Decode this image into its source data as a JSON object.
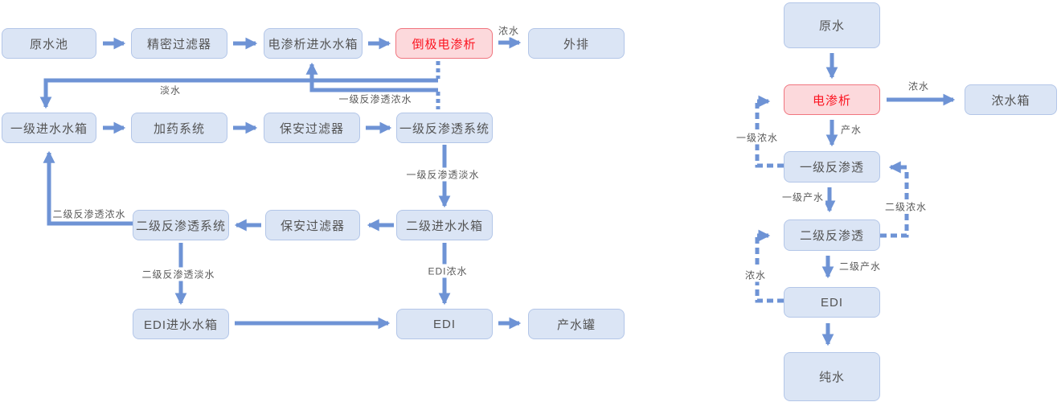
{
  "left_flow": {
    "nodes": {
      "raw_pool": {
        "label": "原水池"
      },
      "fine_filter": {
        "label": "精密过滤器"
      },
      "ed_feed_tank": {
        "label": "电渗析进水水箱"
      },
      "edr": {
        "label": "倒极电渗析"
      },
      "discharge": {
        "label": "外排"
      },
      "s1_feed_tank": {
        "label": "一级进水水箱"
      },
      "dosing": {
        "label": "加药系统"
      },
      "guard_filter_1": {
        "label": "保安过滤器"
      },
      "ro1": {
        "label": "一级反渗透系统"
      },
      "ro2": {
        "label": "二级反渗透系统"
      },
      "guard_filter_2": {
        "label": "保安过滤器"
      },
      "s2_feed_tank": {
        "label": "二级进水水箱"
      },
      "edi_feed_tank": {
        "label": "EDI进水水箱"
      },
      "edi": {
        "label": "EDI"
      },
      "product_tank": {
        "label": "产水罐"
      }
    },
    "edge_labels": {
      "conc_to_discharge": "浓水",
      "fresh_water": "淡水",
      "ro1_concentrate": "一级反渗透浓水",
      "ro1_permeate": "一级反渗透淡水",
      "ro2_concentrate": "二级反渗透浓水",
      "ro2_permeate": "二级反渗透淡水",
      "edi_concentrate": "EDI浓水"
    }
  },
  "right_flow": {
    "nodes": {
      "raw_water": {
        "label": "原水"
      },
      "ed": {
        "label": "电渗析"
      },
      "conc_tank": {
        "label": "浓水箱"
      },
      "ro1": {
        "label": "一级反渗透"
      },
      "ro2": {
        "label": "二级反渗透"
      },
      "edi": {
        "label": "EDI"
      },
      "pure_water": {
        "label": "纯水"
      }
    },
    "edge_labels": {
      "concentrate": "浓水",
      "product": "产水",
      "s1_concentrate": "一级浓水",
      "s1_product": "一级产水",
      "s2_concentrate": "二级浓水",
      "s2_product": "二级产水",
      "edi_concentrate": "浓水"
    }
  },
  "colors": {
    "node_fill": "#dbe5f5",
    "node_border": "#b3c6e8",
    "node_text": "#545454",
    "highlight_fill": "#fcd9dc",
    "highlight_border": "#f0757f",
    "highlight_text": "#fb1420",
    "connector": "#6e93d5",
    "label_text": "#595959"
  }
}
